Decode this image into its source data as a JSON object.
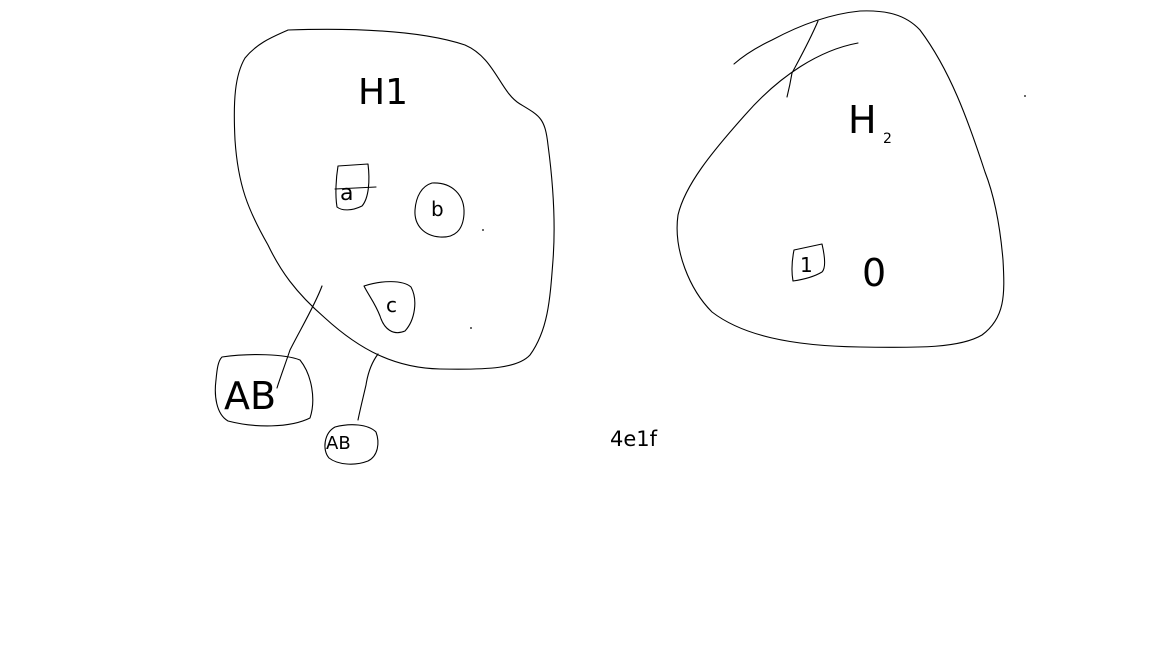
{
  "sketch": {
    "ink_color": "#000000",
    "background_color": "#ffffff",
    "set_h1": {
      "label": "H1",
      "elements": [
        {
          "label": "a"
        },
        {
          "label": "b"
        },
        {
          "label": "c"
        }
      ]
    },
    "set_h2": {
      "label": "H",
      "label_subscript": "2",
      "elements": [
        {
          "label": "1"
        },
        {
          "label": "0"
        }
      ]
    },
    "callouts": [
      {
        "label": "AB"
      },
      {
        "label": "AB"
      }
    ],
    "note": "4e1f"
  }
}
